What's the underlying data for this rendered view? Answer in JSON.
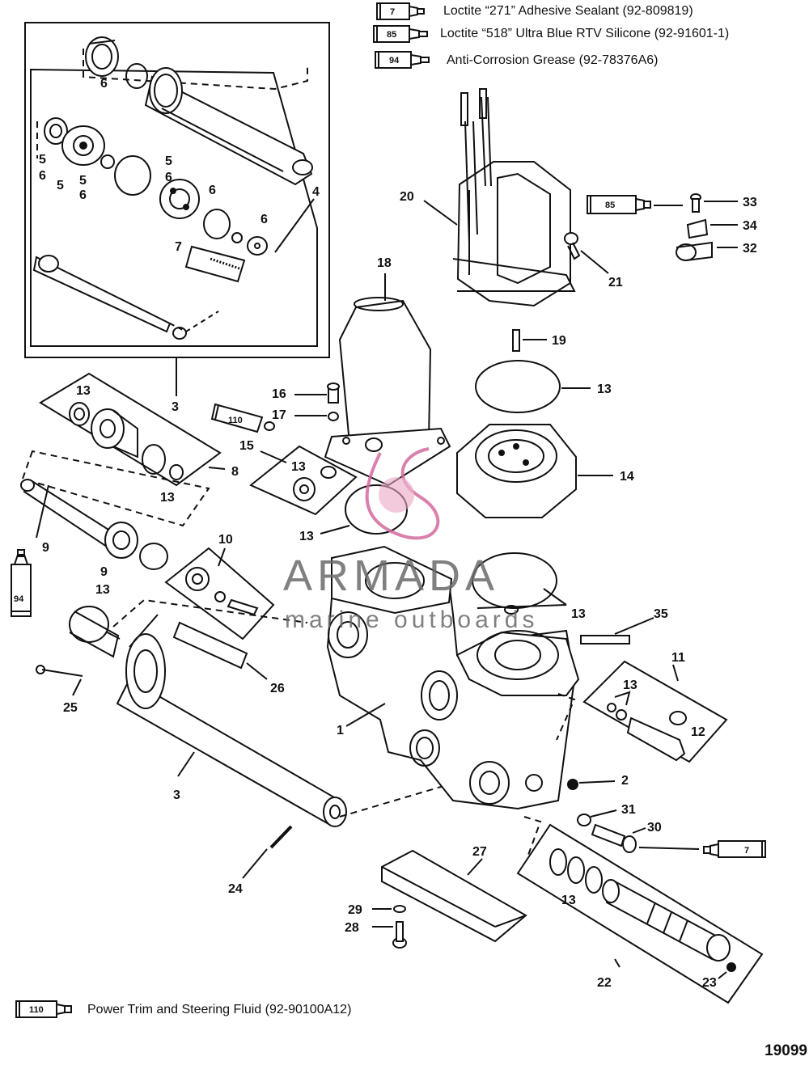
{
  "legend": [
    {
      "code": "7",
      "text": "Loctite “271” Adhesive Sealant (92-809819)"
    },
    {
      "code": "85",
      "text": "Loctite “518” Ultra Blue RTV Silicone (92-91601-1)"
    },
    {
      "code": "94",
      "text": "Anti-Corrosion Grease (92-78376A6)"
    },
    {
      "code": "110",
      "text": "Power Trim  and Steering Fluid (92-90100A12)"
    }
  ],
  "watermark": {
    "brand": "ARMADA",
    "tagline": "marine outboards",
    "accent": "#d46a9e"
  },
  "figure_number": "19099",
  "callouts": {
    "c6a": "6",
    "c5a": "5",
    "c6b": "6",
    "c5b": "5",
    "c5c": "5",
    "c6c": "6",
    "c5d": "5",
    "c6d": "6",
    "c6e": "6",
    "c6f": "6",
    "c7": "7",
    "c4": "4",
    "c3a": "3",
    "c13a": "13",
    "c8": "8",
    "c13b": "13",
    "c9a": "9",
    "c9b": "9",
    "c13c": "13",
    "c10": "10",
    "c25": "25",
    "c26": "26",
    "c3b": "3",
    "c24": "24",
    "c1": "1",
    "c16": "16",
    "c17": "17",
    "c15": "15",
    "c13d": "13",
    "c13e": "13",
    "c18": "18",
    "c19": "19",
    "c13f": "13",
    "c14": "14",
    "c13g": "13",
    "c35": "35",
    "c11": "11",
    "c13h": "13",
    "c12": "12",
    "c2": "2",
    "c31": "31",
    "c30": "30",
    "c27": "27",
    "c29": "29",
    "c28": "28",
    "c13i": "13",
    "c22": "22",
    "c23": "23",
    "c20": "20",
    "c33": "33",
    "c34": "34",
    "c32": "32",
    "c21": "21"
  },
  "tube_labels": {
    "t7a": "7",
    "t85a": "85",
    "t94a": "94",
    "t85b": "85",
    "t110a": "110",
    "t94b": "94",
    "t7b": "7",
    "t110b": "110"
  }
}
